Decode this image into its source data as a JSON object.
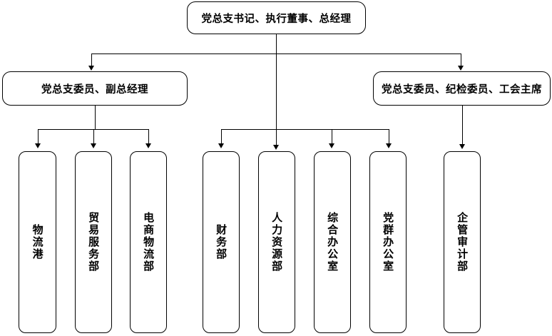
{
  "chart": {
    "title_top": "党总支书记、执行董事、总经理",
    "level2": [
      {
        "id": "vice-gm",
        "label": "党总支委员、副总经理"
      },
      {
        "id": "union-chair",
        "label": "党总支委员、纪检委员、工会主席"
      }
    ],
    "level3": [
      {
        "id": "logistics-port",
        "label": "物流港",
        "group": "left"
      },
      {
        "id": "trade-service-dept",
        "label": "贸易服务部",
        "group": "left"
      },
      {
        "id": "ecommerce-logistics-dept",
        "label": "电商物流部",
        "group": "left"
      },
      {
        "id": "finance-dept",
        "label": "财务部",
        "group": "center"
      },
      {
        "id": "human-resources-dept",
        "label": "人力资源部",
        "group": "center"
      },
      {
        "id": "general-office",
        "label": "综合办公室",
        "group": "center"
      },
      {
        "id": "party-mass-office",
        "label": "党群办公室",
        "group": "center"
      },
      {
        "id": "enterprise-audit-dept",
        "label": "企管审计部",
        "group": "right"
      }
    ],
    "colors": {
      "line": "#000000",
      "box_border": "#000000",
      "box_fill": "#ffffff",
      "text": "#000000",
      "background": "#ffffff"
    }
  }
}
